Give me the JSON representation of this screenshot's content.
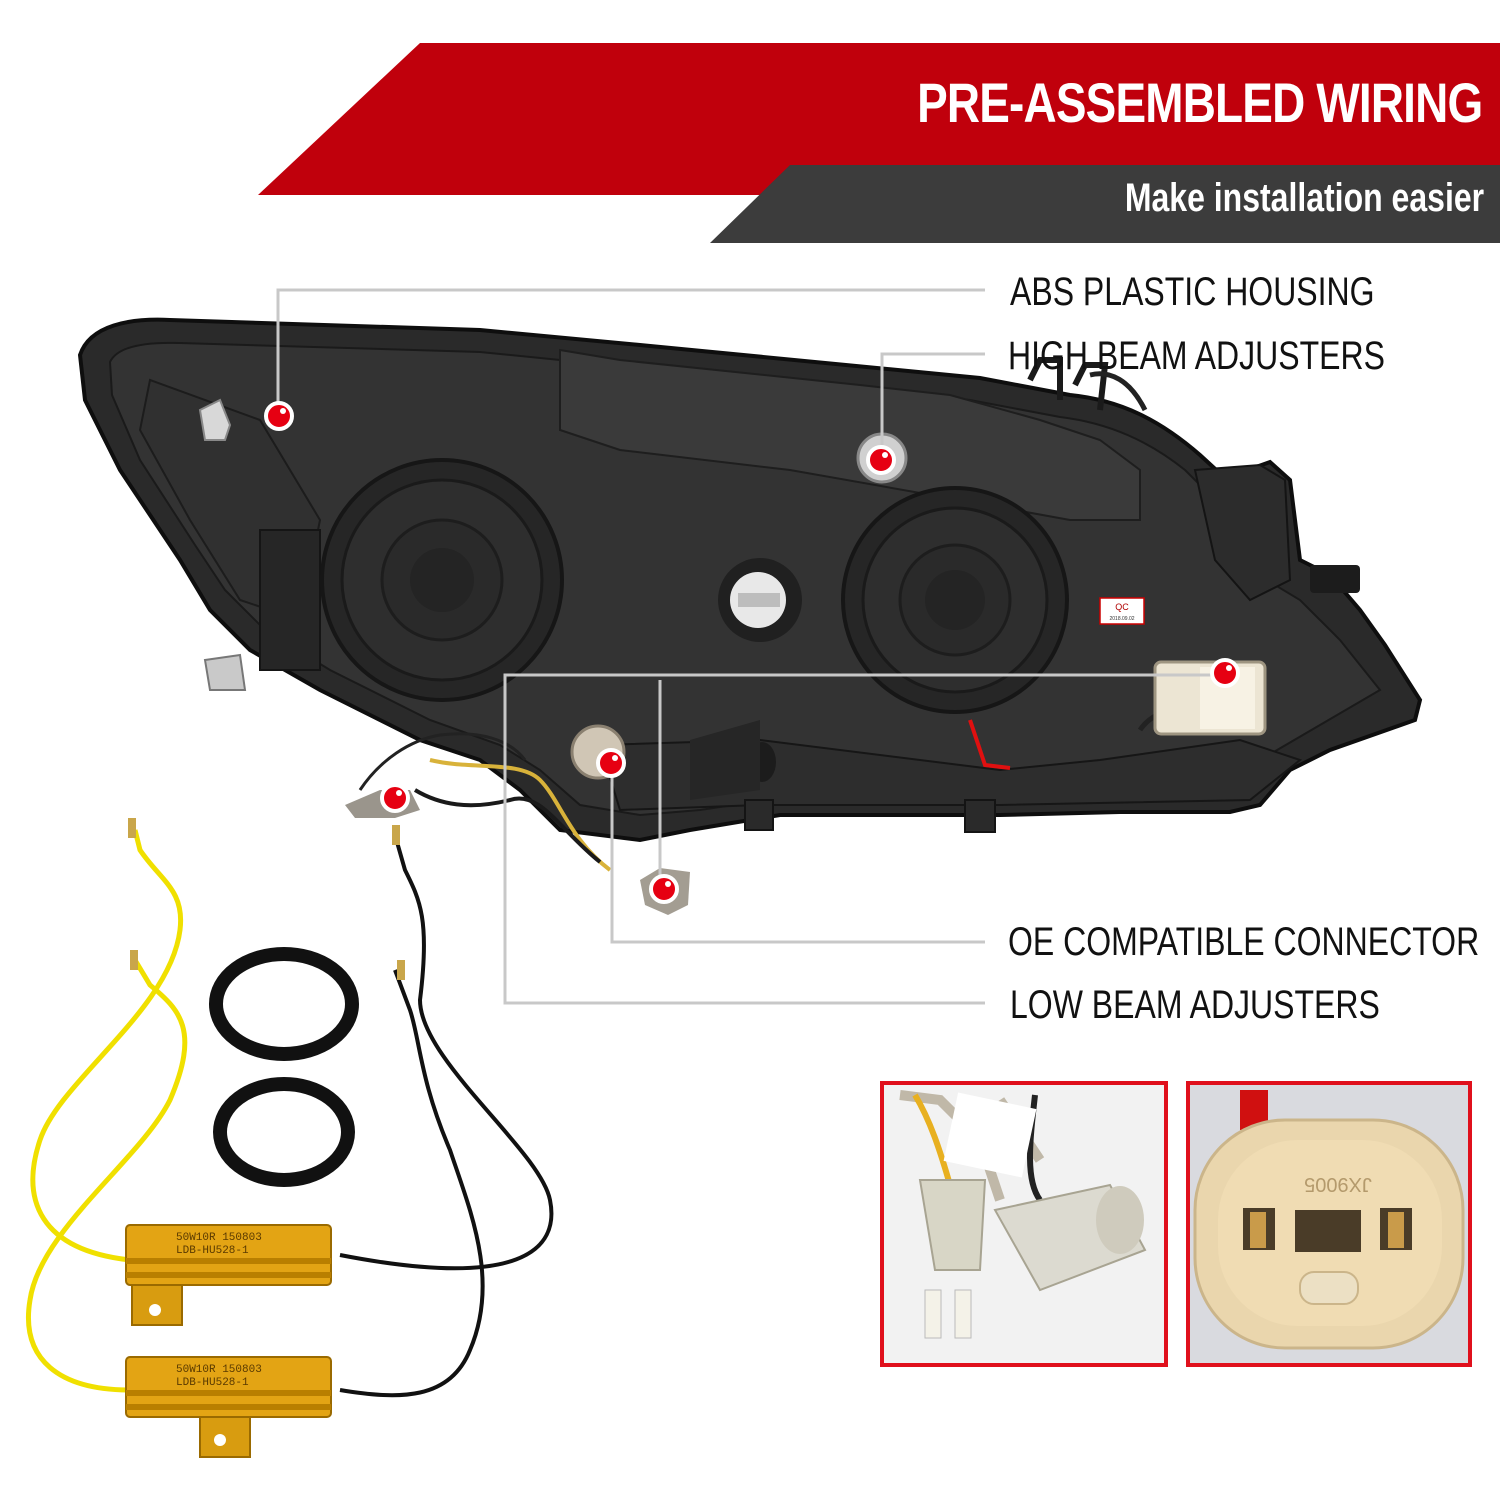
{
  "banner": {
    "title": "PRE-ASSEMBLED WIRING",
    "subtitle": "Make installation easier",
    "title_bg_color": "#c0000c",
    "subtitle_bg_color": "#3c3c3c"
  },
  "features": [
    {
      "label": "ABS PLASTIC HOUSING"
    },
    {
      "label": "HIGH BEAM ADJUSTERS"
    },
    {
      "label": "OE COMPATIBLE CONNECTOR"
    },
    {
      "label": "LOW BEAM ADJUSTERS"
    }
  ],
  "marker_color": "#e60012",
  "product": {
    "qc_sticker": {
      "label": "QC",
      "date": "2018.09.02"
    },
    "resistors": [
      {
        "line1": "50W10R 150803",
        "line2": "LDB-HU528-1"
      },
      {
        "line1": "50W10R 150803",
        "line2": "LDB-HU528-1"
      }
    ],
    "insets": [
      {
        "name": "bulb-sockets"
      },
      {
        "name": "connector-plug",
        "plug_text": "JX9005"
      }
    ]
  }
}
